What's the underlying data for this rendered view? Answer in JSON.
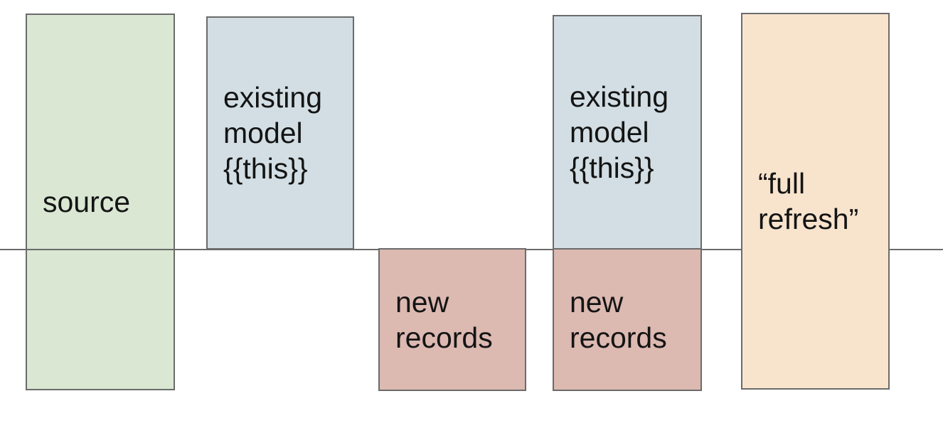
{
  "colors": {
    "background": "#ffffff",
    "source_fill": "#d9e7d3",
    "existing_model_fill": "#d2dee3",
    "new_records_fill": "#dcb9b1",
    "full_refresh_fill": "#f8e4cd",
    "border": "#6b6b6b",
    "divider_line": "#6b6b6b",
    "text": "#141414"
  },
  "divider": {
    "description": "horizontal baseline separating existing data (above) from new data (below)"
  },
  "boxes": [
    {
      "name": "source",
      "label": "source"
    },
    {
      "name": "existing-model-1",
      "label": "existing\nmodel\n{{this}}"
    },
    {
      "name": "new-records-1",
      "label": "new\nrecords"
    },
    {
      "name": "existing-model-2",
      "label": "existing\nmodel\n{{this}}"
    },
    {
      "name": "new-records-2",
      "label": "new\nrecords"
    },
    {
      "name": "full-refresh",
      "label": "“full\nrefresh”"
    }
  ]
}
